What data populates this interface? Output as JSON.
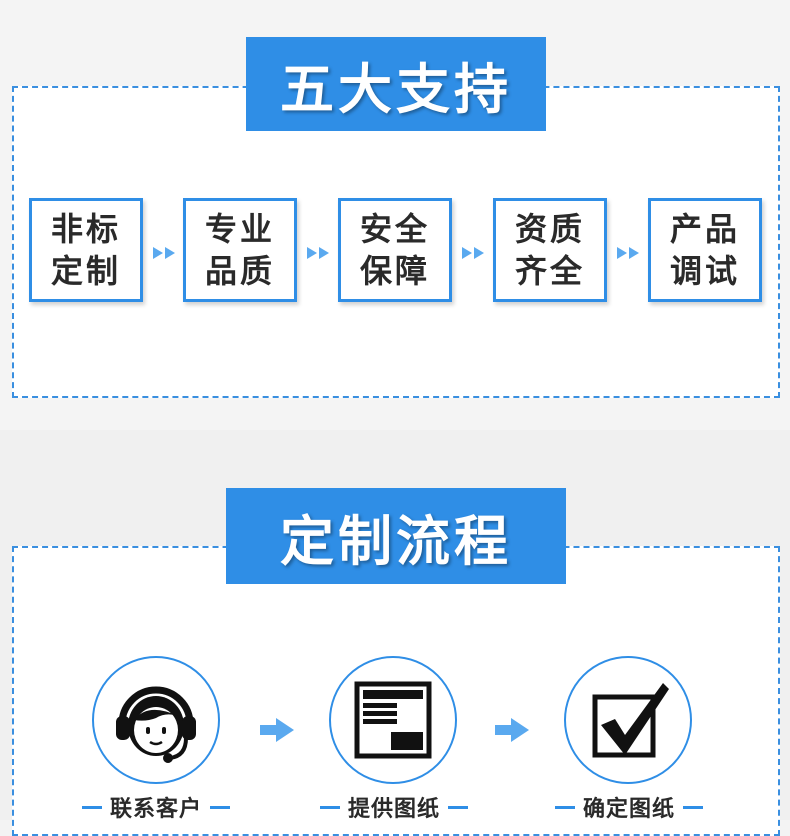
{
  "section1": {
    "title": "五大支持",
    "items": [
      {
        "line1": "非标",
        "line2": "定制"
      },
      {
        "line1": "专业",
        "line2": "品质"
      },
      {
        "line1": "安全",
        "line2": "保障"
      },
      {
        "line1": "资质",
        "line2": "齐全"
      },
      {
        "line1": "产品",
        "line2": "调试"
      }
    ]
  },
  "section2": {
    "title": "定制流程",
    "steps": [
      {
        "label": "联系客户",
        "icon": "headset-support-icon"
      },
      {
        "label": "提供图纸",
        "icon": "drawing-document-icon"
      },
      {
        "label": "确定图纸",
        "icon": "checkmark-box-icon"
      }
    ]
  },
  "colors": {
    "accent": "#2f8ee6",
    "arrow": "#5aa9ef",
    "text": "#2a2a2a"
  }
}
